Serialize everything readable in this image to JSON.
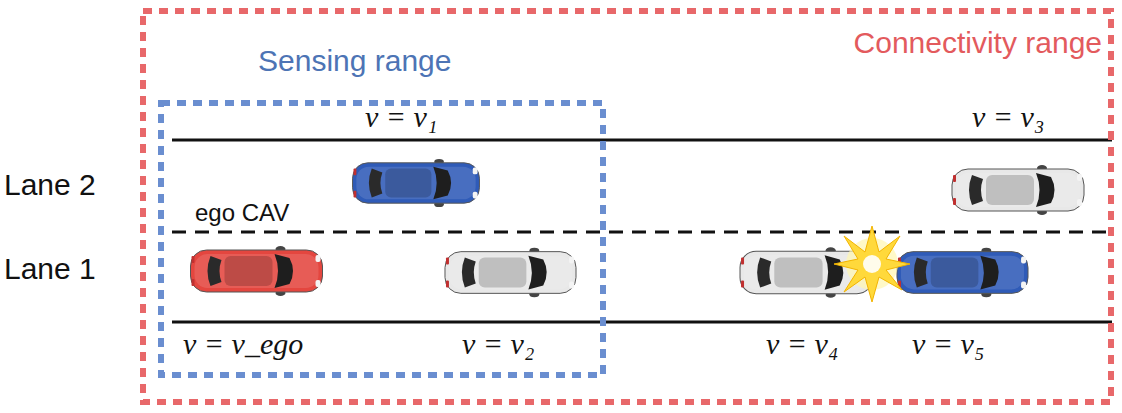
{
  "diagram": {
    "nodes": [
      {
        "text": [
          "Connectivity range"
        ]
      },
      {
        "text": [
          "Sensing range"
        ],
        "in": 0
      }
    ],
    "labels": [
      "v = v₁",
      "v = v₃",
      "Lane 2",
      "ego CAV",
      "Lane 1",
      "v = v_ego",
      "v = v₂",
      "v = v₄",
      "v = v₅"
    ]
  }
}
